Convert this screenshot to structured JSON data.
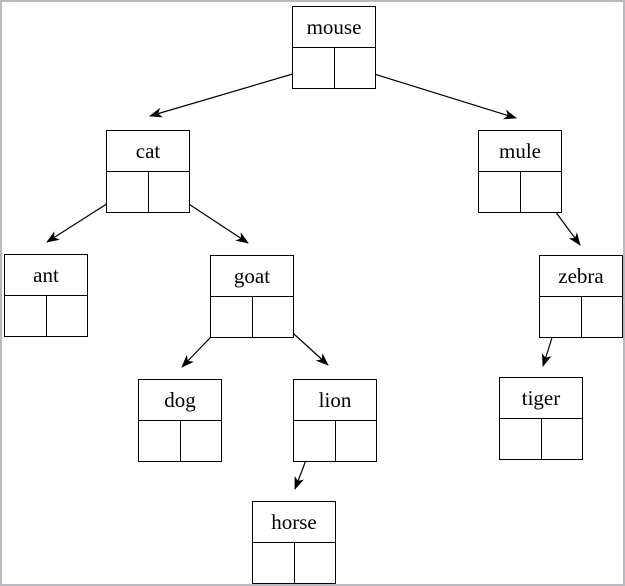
{
  "diagram": {
    "type": "binary-tree",
    "nodes": [
      {
        "id": "mouse",
        "label": "mouse"
      },
      {
        "id": "cat",
        "label": "cat"
      },
      {
        "id": "mule",
        "label": "mule"
      },
      {
        "id": "ant",
        "label": "ant"
      },
      {
        "id": "goat",
        "label": "goat"
      },
      {
        "id": "zebra",
        "label": "zebra"
      },
      {
        "id": "dog",
        "label": "dog"
      },
      {
        "id": "lion",
        "label": "lion"
      },
      {
        "id": "tiger",
        "label": "tiger"
      },
      {
        "id": "horse",
        "label": "horse"
      }
    ],
    "edges": [
      {
        "from": "mouse",
        "pointer": "left",
        "to": "cat"
      },
      {
        "from": "mouse",
        "pointer": "right",
        "to": "mule"
      },
      {
        "from": "cat",
        "pointer": "left",
        "to": "ant"
      },
      {
        "from": "cat",
        "pointer": "right",
        "to": "goat"
      },
      {
        "from": "goat",
        "pointer": "left",
        "to": "dog"
      },
      {
        "from": "goat",
        "pointer": "right",
        "to": "lion"
      },
      {
        "from": "lion",
        "pointer": "left",
        "to": "horse"
      },
      {
        "from": "mule",
        "pointer": "right",
        "to": "zebra"
      },
      {
        "from": "zebra",
        "pointer": "left",
        "to": "tiger"
      }
    ],
    "colors": {
      "line": "#000000",
      "box_border": "#000000",
      "background": "#ffffff",
      "page_border": "#b8b8bf"
    }
  }
}
